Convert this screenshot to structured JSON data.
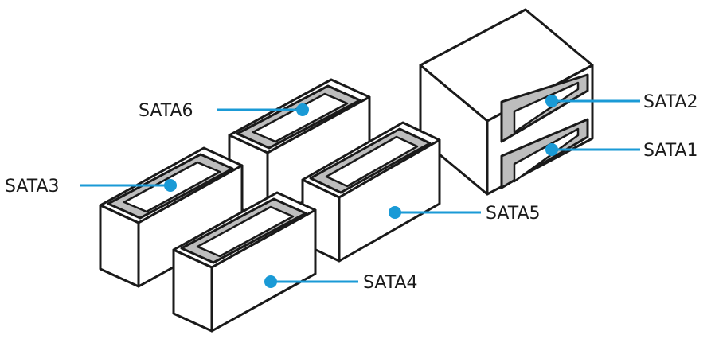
{
  "labels": {
    "sata1": "SATA1",
    "sata2": "SATA2",
    "sata3": "SATA3",
    "sata4": "SATA4",
    "sata5": "SATA5",
    "sata6": "SATA6"
  },
  "colors": {
    "leader": "#1a9ad6",
    "outline": "#1a1a1a",
    "port_fill": "#bdbdbd"
  }
}
